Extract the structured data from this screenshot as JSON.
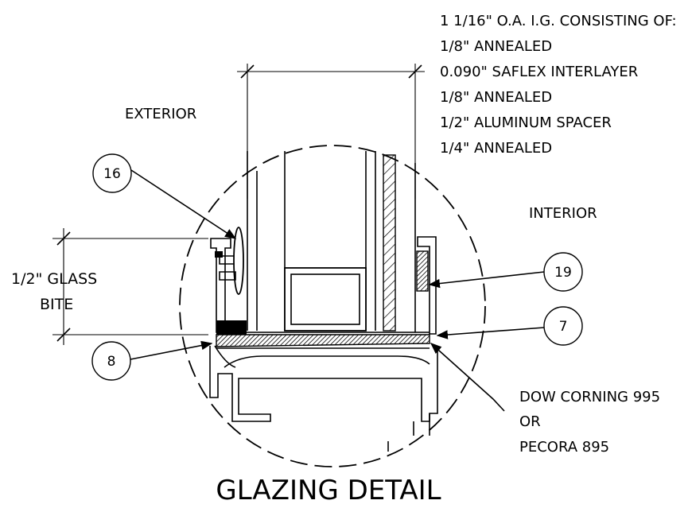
{
  "spec": {
    "heading": "1 1/16\" O.A. I.G. CONSISTING OF:",
    "layers": [
      "1/8\" ANNEALED",
      "0.090\" SAFLEX INTERLAYER",
      "1/8\" ANNEALED",
      "1/2\" ALUMINUM SPACER",
      "1/4\" ANNEALED"
    ]
  },
  "labels": {
    "exterior": "EXTERIOR",
    "interior": "INTERIOR",
    "glass_bite_line1": "1/2\" GLASS",
    "glass_bite_line2": "BITE",
    "sealant_line1": "DOW CORNING 995",
    "sealant_line2": "OR",
    "sealant_line3": "PECORA 895"
  },
  "tags": {
    "t16": "16",
    "t19": "19",
    "t7": "7",
    "t8": "8"
  },
  "title": "GLAZING DETAIL"
}
